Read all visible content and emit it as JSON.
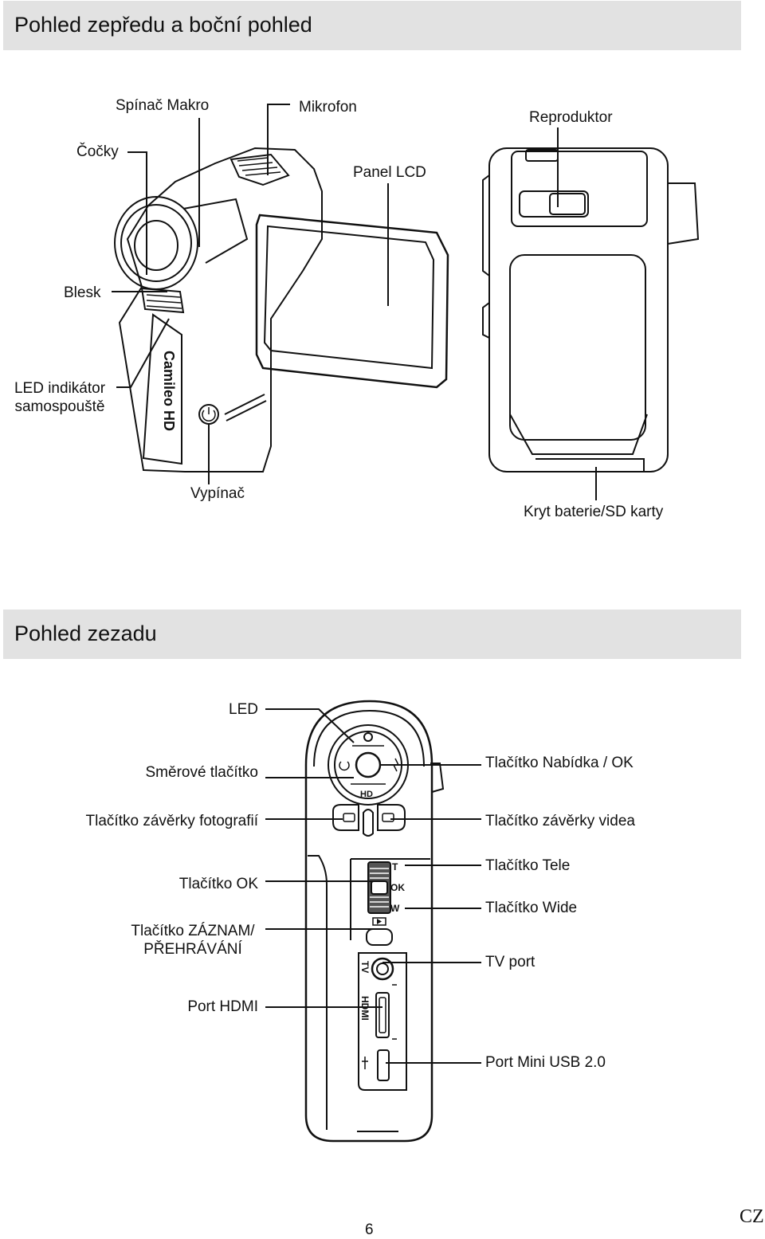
{
  "sections": {
    "front": {
      "title": "Pohled zepředu a boční pohled"
    },
    "back": {
      "title": "Pohled zezadu"
    }
  },
  "front_labels": {
    "macro_switch": "Spínač Makro",
    "microphone": "Mikrofon",
    "speaker": "Reproduktor",
    "lenses": "Čočky",
    "lcd_panel": "Panel LCD",
    "flash": "Blesk",
    "led_timer_line1": "LED indikátor",
    "led_timer_line2": "samospouště",
    "power_switch": "Vypínač",
    "battery_cover": "Kryt baterie/SD karty"
  },
  "camera_branding": {
    "logo_text": "Camileo HD"
  },
  "back_labels": {
    "led": "LED",
    "direction_button": "Směrové tlačítko",
    "photo_shutter": "Tlačítko závěrky fotografií",
    "ok_button": "Tlačítko OK",
    "rec_play_line1": "Tlačítko ZÁZNAM/",
    "rec_play_line2": "PŘEHRÁVÁNÍ",
    "hdmi_port": "Port HDMI",
    "menu_ok": "Tlačítko Nabídka / OK",
    "video_shutter": "Tlačítko závěrky videa",
    "tele": "Tlačítko Tele",
    "wide": "Tlačítko Wide",
    "tv_port": "TV port",
    "mini_usb": "Port Mini USB 2.0"
  },
  "device_markings": {
    "t": "T",
    "ok": "OK",
    "w": "W",
    "tv": "TV",
    "hdmi": "HDMI",
    "hd": "HD"
  },
  "footer": {
    "page_number": "6",
    "language": "CZ"
  }
}
